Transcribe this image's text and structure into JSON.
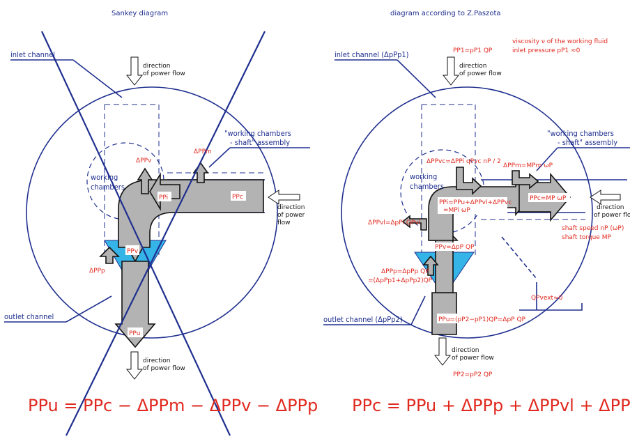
{
  "left": {
    "title": "Sankey diagram",
    "labels": {
      "inlet": "inlet channel",
      "outlet": "outlet channel",
      "working": "working",
      "chambers": "chambers",
      "wc_shaft_1": "\"working chambers",
      "wc_shaft_2": "- shaft\" assembly",
      "dir_top_1": "direction",
      "dir_top_2": "of power flow",
      "dir_right_1": "direction",
      "dir_right_2": "of power",
      "dir_right_3": "flow",
      "dir_bottom_1": "direction",
      "dir_bottom_2": "of power flow"
    },
    "arrow_labels": {
      "ppc": "PPc",
      "ppi": "PPi",
      "ppv": "PPv",
      "ppu": "PPu",
      "dpv": "ΔPPv",
      "dpm": "ΔPPm",
      "dpp": "ΔPPp"
    },
    "equation": "PPu = PPc − ΔPPm − ΔPPv − ΔPPp"
  },
  "right": {
    "title": "diagram according to Z.Paszota",
    "labels": {
      "inlet": "inlet channel (ΔpPp1)",
      "outlet": "outlet channel (ΔpPp2)",
      "working": "working",
      "chambers": "chambers",
      "wc_shaft_1": "\"working chambers",
      "wc_shaft_2": "- shaft\" assembly",
      "viscosity": "viscosity ν of the working fluid",
      "inlet_pressure": "inlet pressure pP1 ≈0",
      "dir_top_1": "direction",
      "dir_top_2": "of power flow",
      "dir_right_1": "direction",
      "dir_right_2": "of power flo",
      "shaft_speed": "shaft speed nP (ωP)",
      "shaft_torque": "shaft torque MP",
      "dir_bottom_1": "direction",
      "dir_bottom_2": "of power flow",
      "qpvext": "QPvext≈0"
    },
    "arrow_labels": {
      "pp1": "PP1=pP1 QP",
      "pp2": "PP2=pP2 QP",
      "ppc": "PPc=MP ωP",
      "dppm": "ΔPPm=MPm ωP",
      "dppvc": "ΔPPvc=ΔPPi qPvc nP / 2",
      "ppi1": "PPi=PPu+ΔPPvl+ΔPPvc",
      "ppi2": "=MPi ωP",
      "dppvl": "ΔPPvl=ΔpPi QPvl",
      "ppv": "PPv=ΔpP QP",
      "dppp1": "ΔPPp=ΔpPp QP",
      "dppp2": "=(ΔpPp1+ΔpPp2)QP",
      "ppu": "PPu=(pP2−pP1)QP=ΔpP QP"
    },
    "equation": "PPc = PPu + ΔPPp + ΔPPvl + ΔPPvc + ΔPPm"
  },
  "colors": {
    "blue": "#1f2f8f",
    "red": "#e0291f",
    "gray_arrow": "#b3b3b3",
    "cyan": "#35b4e8"
  }
}
